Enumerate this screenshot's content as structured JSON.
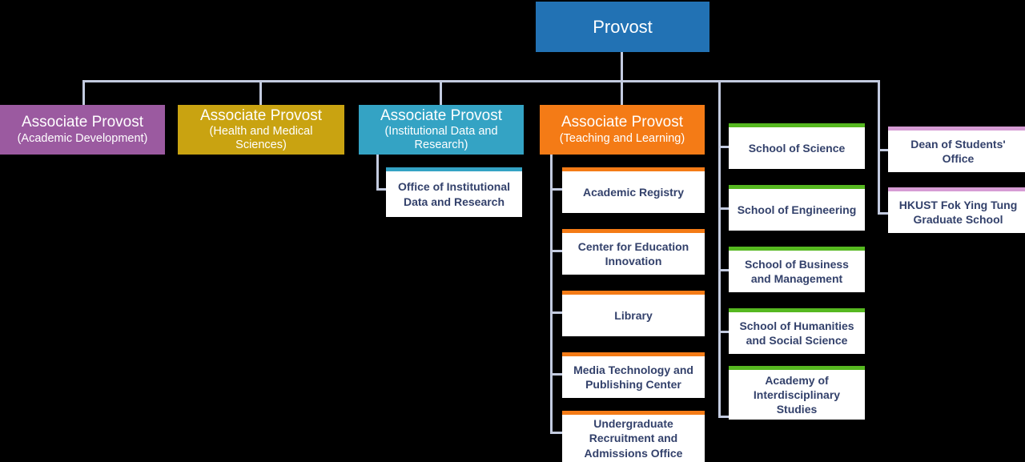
{
  "chart_data": {
    "type": "diagram",
    "title": "Provost Office Organization Chart",
    "diagram_kind": "organizational-hierarchy",
    "colors": {
      "root_blue": "#2272b4",
      "purple": "#9b5aa0",
      "gold": "#c9a311",
      "teal": "#34a3c4",
      "orange": "#f47b16",
      "green": "#56b820",
      "pink": "#d69cd4",
      "connector": "#c3cbe0",
      "card_background": "#ffffff",
      "card_text": "#33416b",
      "canvas": "#000000"
    }
  },
  "root": {
    "label": "Provost",
    "color": "#2272b4"
  },
  "associate_provosts": [
    {
      "title": "Associate Provost",
      "subtitle": "(Academic Development)",
      "color": "#9b5aa0"
    },
    {
      "title": "Associate Provost",
      "subtitle": "(Health and Medical Sciences)",
      "color": "#c9a311"
    },
    {
      "title": "Associate Provost",
      "subtitle": "(Institutional Data and Research)",
      "color": "#34a3c4"
    },
    {
      "title": "Associate Provost",
      "subtitle": "(Teaching and Learning)",
      "color": "#f47b16"
    }
  ],
  "institutional_data_units": [
    {
      "label": "Office of Institutional Data and Research",
      "accent": "#34a3c4"
    }
  ],
  "teaching_learning_units": [
    {
      "label": "Academic Registry",
      "accent": "#f47b16"
    },
    {
      "label": "Center for Education Innovation",
      "accent": "#f47b16"
    },
    {
      "label": "Library",
      "accent": "#f47b16"
    },
    {
      "label": "Media Technology and Publishing Center",
      "accent": "#f47b16"
    },
    {
      "label": "Undergraduate Recruitment and Admissions Office",
      "accent": "#f47b16"
    }
  ],
  "schools": [
    {
      "label": "School of Science",
      "accent": "#56b820"
    },
    {
      "label": "School of Engineering",
      "accent": "#56b820"
    },
    {
      "label": "School of Business and Management",
      "accent": "#56b820"
    },
    {
      "label": "School of Humanities and Social Science",
      "accent": "#56b820"
    },
    {
      "label": "Academy of Interdisciplinary Studies",
      "accent": "#56b820"
    }
  ],
  "other_units": [
    {
      "label": "Dean of Students' Office",
      "accent": "#d69cd4"
    },
    {
      "label": "HKUST Fok Ying Tung Graduate School",
      "accent": "#d69cd4"
    }
  ]
}
